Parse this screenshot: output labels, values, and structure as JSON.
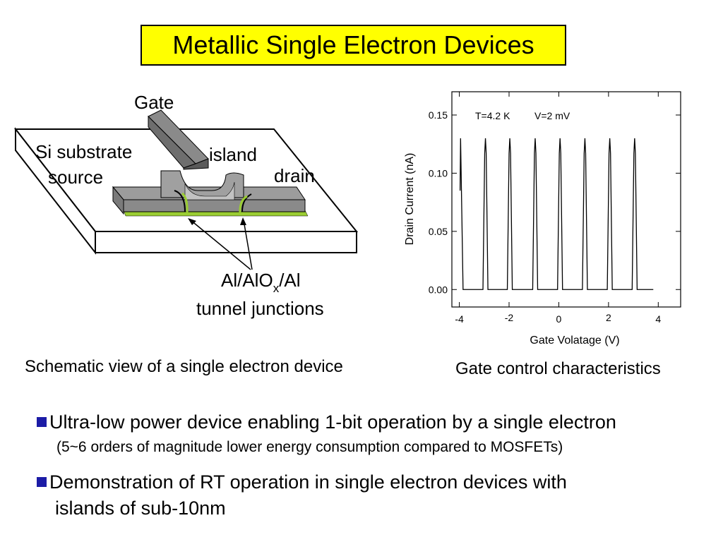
{
  "title": "Metallic Single Electron Devices",
  "diagram": {
    "gate_label": "Gate",
    "substrate_label": "Si substrate",
    "source_label": "source",
    "island_label": "island",
    "drain_label": "drain",
    "junction_line1_a": "Al/AlO",
    "junction_line1_sub": "x",
    "junction_line1_b": "/Al",
    "junction_line2": "tunnel junctions",
    "caption": "Schematic view of a single electron device",
    "colors": {
      "metal": "#8a8a8a",
      "oxide": "#9acd32",
      "gate_top": "#7a7a7a"
    }
  },
  "chart_caption": "Gate control characteristics",
  "chart_data": {
    "type": "line",
    "annotation_temp": "T=4.2 K",
    "annotation_volt": "V=2 mV",
    "xlabel": "Gate Volatage (V)",
    "ylabel": "Drain Current (nA)",
    "xlim": [
      -4.3,
      4.9
    ],
    "ylim": [
      -0.015,
      0.17
    ],
    "xticks": [
      -4,
      -2,
      0,
      2,
      4
    ],
    "xtick_labels": [
      "-4",
      "-2",
      "0",
      "2",
      "4"
    ],
    "yticks": [
      0.0,
      0.05,
      0.1,
      0.15
    ],
    "ytick_labels": [
      "0.00",
      "0.05",
      "0.10",
      "0.15"
    ],
    "peaks_x": [
      -3.95,
      -2.95,
      -1.97,
      -0.95,
      0.05,
      1.05,
      2.05,
      3.05
    ],
    "peaks_y": [
      0.13,
      0.13,
      0.13,
      0.13,
      0.13,
      0.13,
      0.13,
      0.13
    ],
    "x_end": 3.8,
    "baseline": 0.0,
    "line_color": "#000000"
  },
  "bullets": [
    {
      "text": "Ultra-low power device enabling 1-bit operation by a single electron",
      "sub": "(5~6 orders of magnitude lower energy consumption compared to MOSFETs)"
    },
    {
      "text": "Demonstration of RT operation in single electron devices with",
      "sub": "islands of sub-10nm"
    }
  ]
}
